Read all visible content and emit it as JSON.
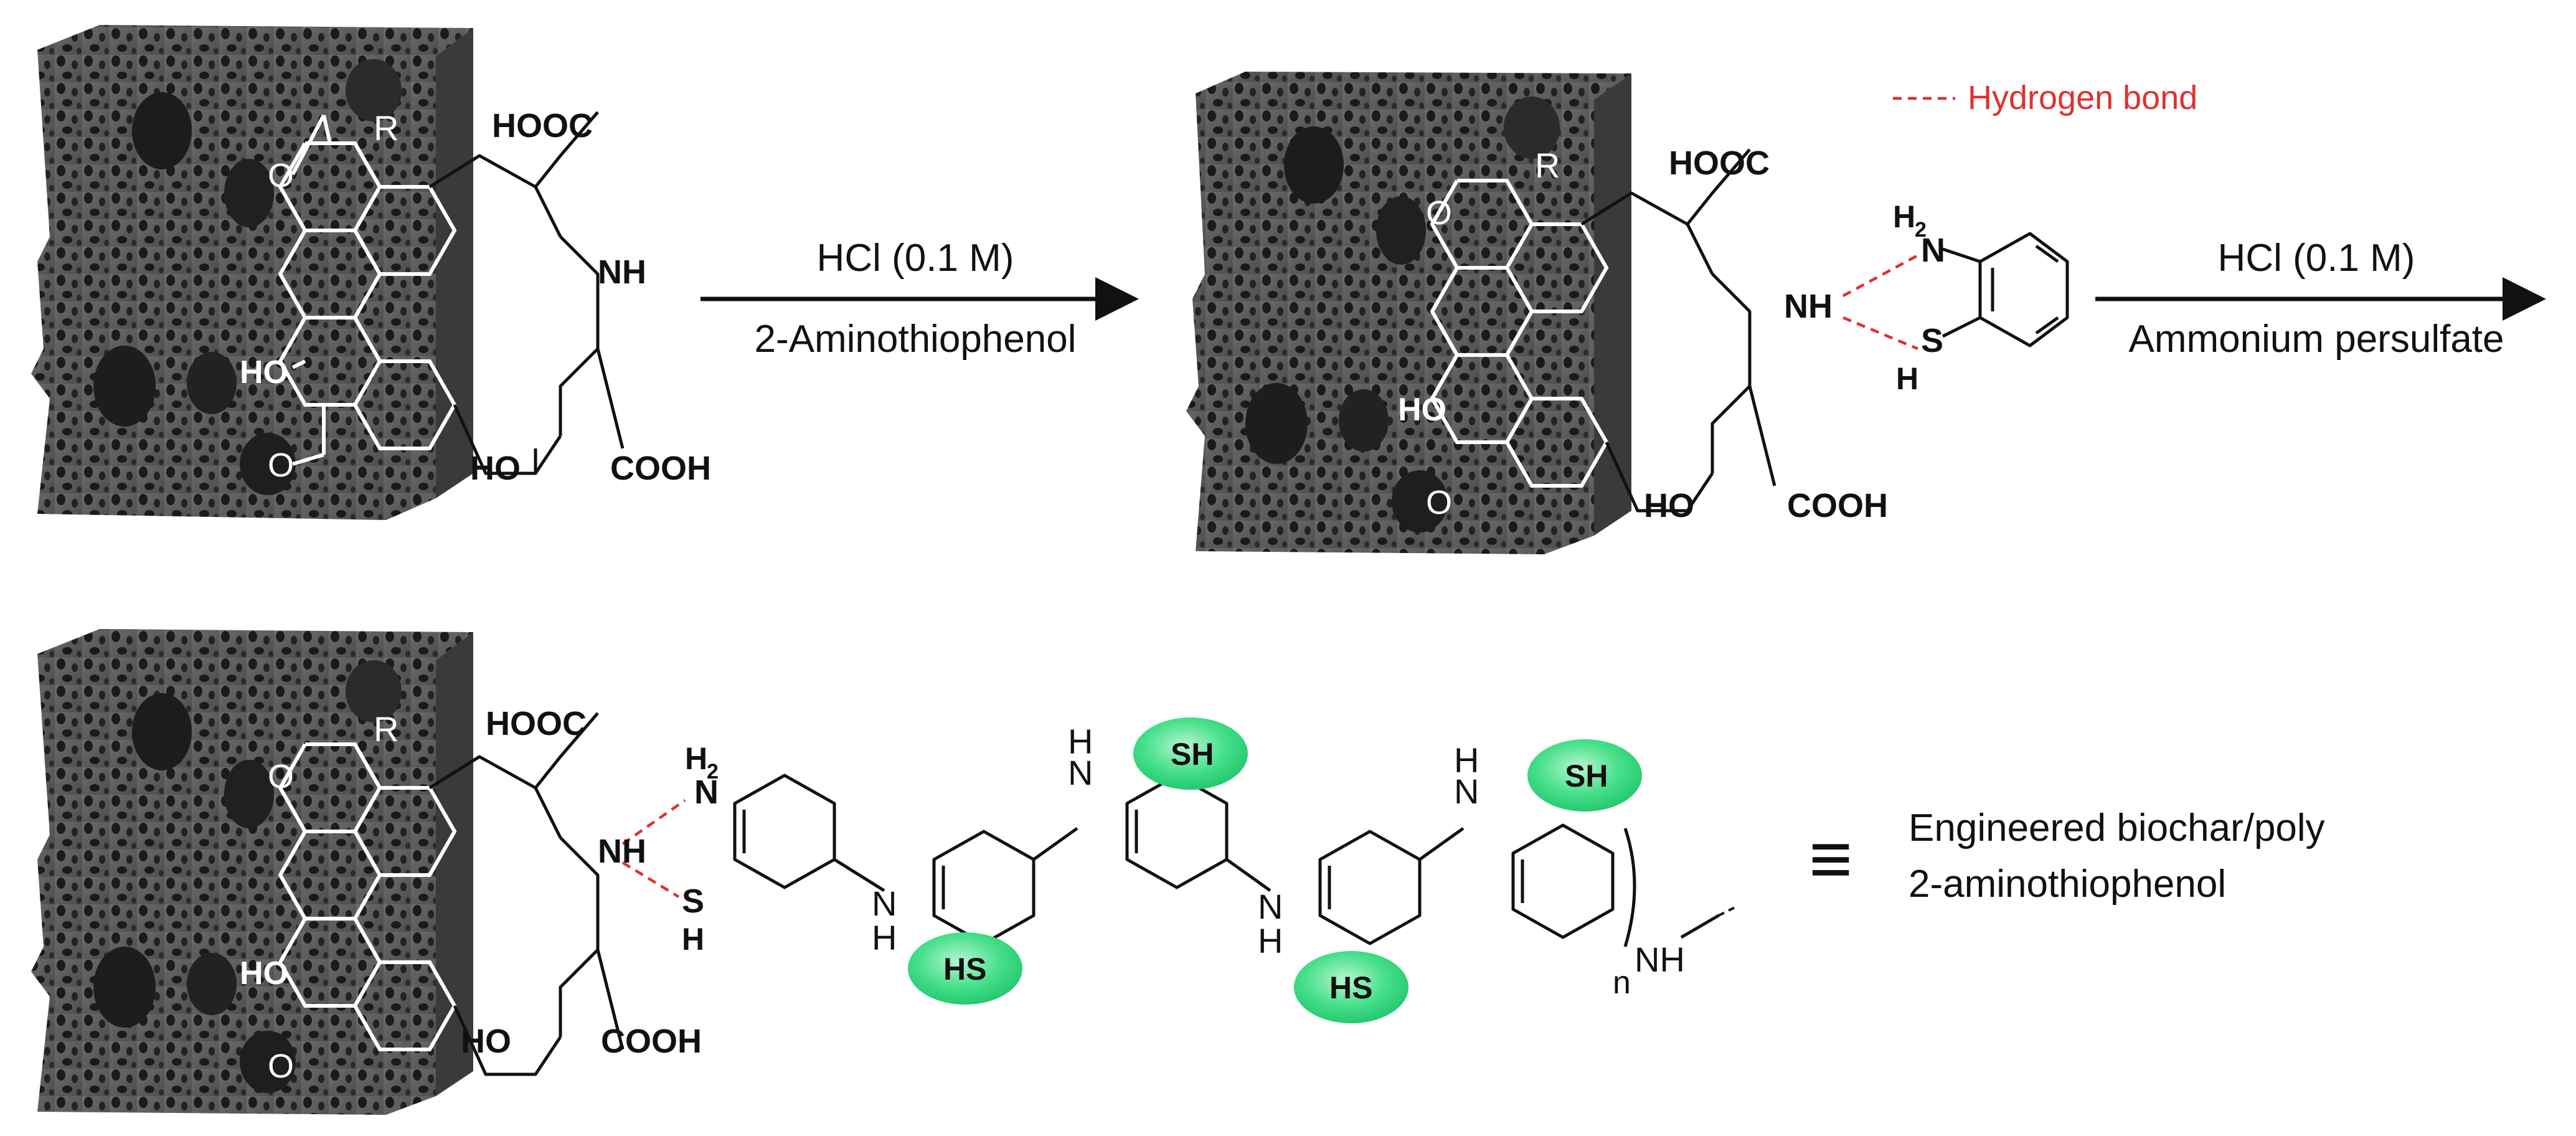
{
  "step1": {
    "arrow_label_top": "HCl (0.1 M)",
    "arrow_label_bottom": "2-Aminothiophenol"
  },
  "step2": {
    "arrow_label_top": "HCl (0.1 M)",
    "arrow_label_bottom": "Ammonium persulfate"
  },
  "legend": {
    "hydrogen_bond": "Hydrogen bond"
  },
  "groups": {
    "hooc": "HOOC",
    "nh": "NH",
    "ho": "HO",
    "cooh": "COOH",
    "r": "R",
    "o": "O",
    "h2": "H",
    "h2_sub": "2",
    "n": "N",
    "s": "S",
    "h": "H",
    "sh": "SH",
    "hs": "HS",
    "nh_end": "NH",
    "subscript_n": "n"
  },
  "product": {
    "equivalence": "≡",
    "label_line1": "Engineered biochar/poly",
    "label_line2": "2-aminothiophenol"
  },
  "colors": {
    "hydrogen_bond": "#e0302f",
    "thiol_highlight": "#3ddc84",
    "biochar": "#5a5a5a",
    "text": "#111111"
  }
}
